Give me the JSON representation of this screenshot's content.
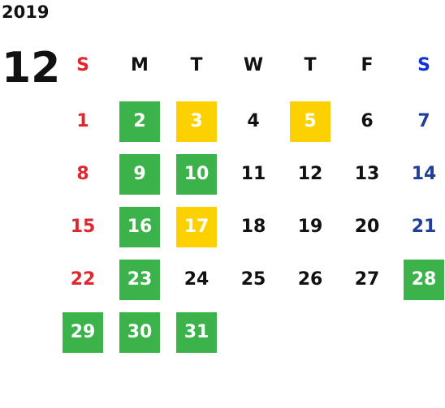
{
  "calendar": {
    "year": "2019",
    "month": "12",
    "weekdays": [
      {
        "label": "S",
        "color": "red"
      },
      {
        "label": "M",
        "color": "black"
      },
      {
        "label": "T",
        "color": "black"
      },
      {
        "label": "W",
        "color": "black"
      },
      {
        "label": "T",
        "color": "black"
      },
      {
        "label": "F",
        "color": "black"
      },
      {
        "label": "S",
        "color": "blue"
      }
    ],
    "weeks": [
      [
        {
          "day": "1",
          "color": "red"
        },
        {
          "day": "2",
          "highlight": "green"
        },
        {
          "day": "3",
          "highlight": "yellow"
        },
        {
          "day": "4",
          "color": "black"
        },
        {
          "day": "5",
          "highlight": "yellow"
        },
        {
          "day": "6",
          "color": "black"
        },
        {
          "day": "7",
          "color": "blue"
        }
      ],
      [
        {
          "day": "8",
          "color": "red"
        },
        {
          "day": "9",
          "highlight": "green"
        },
        {
          "day": "10",
          "highlight": "green"
        },
        {
          "day": "11",
          "color": "black"
        },
        {
          "day": "12",
          "color": "black"
        },
        {
          "day": "13",
          "color": "black"
        },
        {
          "day": "14",
          "color": "blue"
        }
      ],
      [
        {
          "day": "15",
          "color": "red"
        },
        {
          "day": "16",
          "highlight": "green"
        },
        {
          "day": "17",
          "highlight": "yellow"
        },
        {
          "day": "18",
          "color": "black"
        },
        {
          "day": "19",
          "color": "black"
        },
        {
          "day": "20",
          "color": "black"
        },
        {
          "day": "21",
          "color": "blue"
        }
      ],
      [
        {
          "day": "22",
          "color": "red"
        },
        {
          "day": "23",
          "highlight": "green"
        },
        {
          "day": "24",
          "color": "black"
        },
        {
          "day": "25",
          "color": "black"
        },
        {
          "day": "26",
          "color": "black"
        },
        {
          "day": "27",
          "color": "black"
        },
        {
          "day": "28",
          "highlight": "green"
        }
      ],
      [
        {
          "day": "29",
          "highlight": "green"
        },
        {
          "day": "30",
          "highlight": "green"
        },
        {
          "day": "31",
          "highlight": "green"
        }
      ]
    ],
    "colors": {
      "sunday": "#e0262e",
      "saturday": "#1f3f9a",
      "green_highlight": "#3bb24a",
      "yellow_highlight": "#fdd100"
    }
  }
}
